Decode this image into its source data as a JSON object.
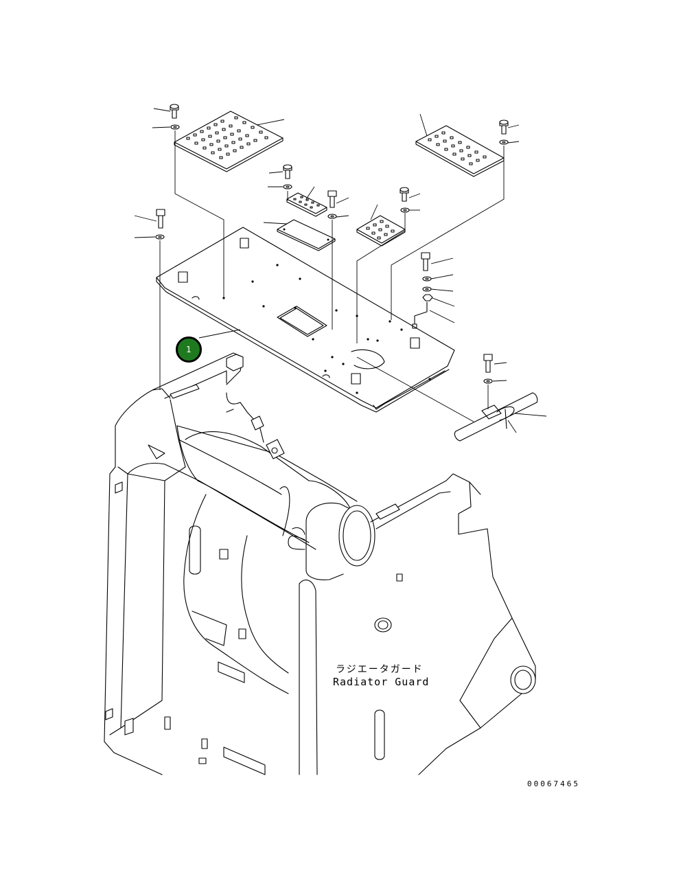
{
  "labels": {
    "part_name_jp": "ラジエータガード",
    "part_name_en": "Radiator Guard",
    "document_number": "00067465"
  },
  "callouts": [
    {
      "number": "1",
      "color": "#1f7a1f"
    }
  ]
}
